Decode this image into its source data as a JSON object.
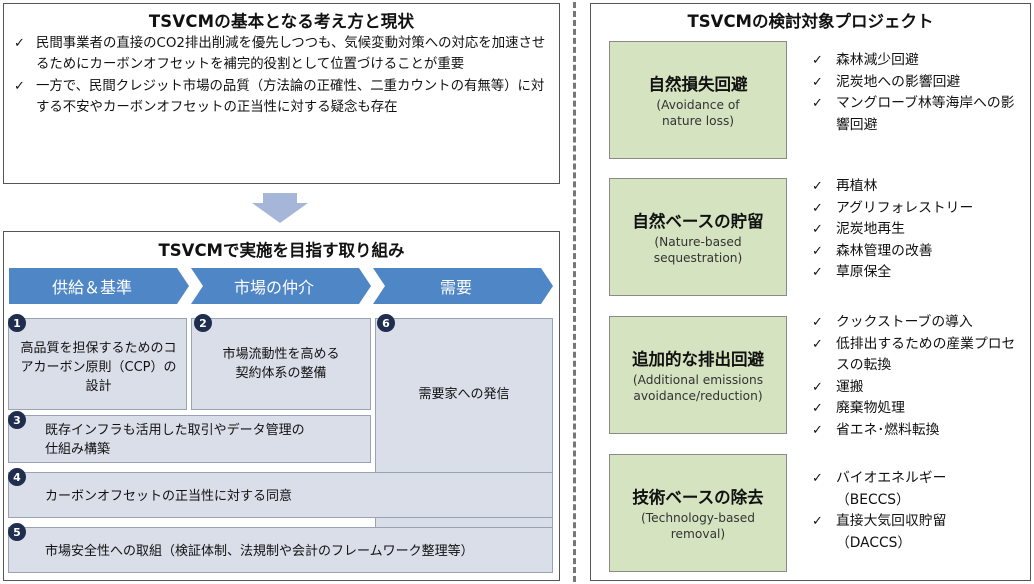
{
  "basic": {
    "title": "TSVCMの基本となる考え方と現状",
    "bullets": [
      "民間事業者の直接のCO2排出削減を優先しつつも、気候変動対策への対応を加速させるためにカーボンオフセットを補完的役割として位置づけることが重要",
      "一方で、民間クレジット市場の品質（方法論の正確性、二重カウントの有無等）に対する不安やカーボンオフセットの正当性に対する疑念も存在"
    ]
  },
  "initiatives": {
    "title": "TSVCMで実施を目指す取り組み",
    "headers": [
      "供給＆基準",
      "市場の仲介",
      "需要"
    ],
    "items": [
      {
        "num": "1",
        "text": "高品質を担保するためのコアカーボン原則（CCP）の設計"
      },
      {
        "num": "2",
        "text": "市場流動性を高める契約体系の整備"
      },
      {
        "num": "6",
        "text": "需要家への発信"
      },
      {
        "num": "3",
        "text": "既存インフラも活用した取引やデータ管理の仕組み構築"
      },
      {
        "num": "4",
        "text": "カーボンオフセットの正当性に対する同意"
      },
      {
        "num": "5",
        "text": "市場安全性への取組（検証体制、法規制や会計のフレームワーク整理等）"
      }
    ]
  },
  "projects": {
    "title": "TSVCMの検討対象プロジェクト",
    "categories": [
      {
        "jp": "自然損失回避",
        "en": "(Avoidance of nature loss)",
        "items": [
          "森林減少回避",
          "泥炭地への影響回避",
          "マングローブ林等海岸への影響回避"
        ]
      },
      {
        "jp": "自然ベースの貯留",
        "en": "(Nature-based sequestration)",
        "items": [
          "再植林",
          "アグリフォレストリー",
          "泥炭地再生",
          "森林管理の改善",
          "草原保全"
        ]
      },
      {
        "jp": "追加的な排出回避",
        "en": "(Additional emissions avoidance/reduction)",
        "items": [
          "クックストーブの導入",
          "低排出するための産業プロセスの転換",
          "運搬",
          "廃棄物処理",
          "省エネ･燃料転換"
        ]
      },
      {
        "jp": "技術ベースの除去",
        "en": "(Technology-based removal)",
        "items": [
          "バイオエネルギー（BECCS）",
          "直接大気回収貯留（DACCS）"
        ]
      }
    ]
  },
  "check_mark": "✓",
  "colors": {
    "chevron": "#4f86c6",
    "cell": "#d9dee9",
    "category": "#d5e3c0",
    "number_badge": "#1f2d4f",
    "arrow": "#a6b6d8"
  }
}
